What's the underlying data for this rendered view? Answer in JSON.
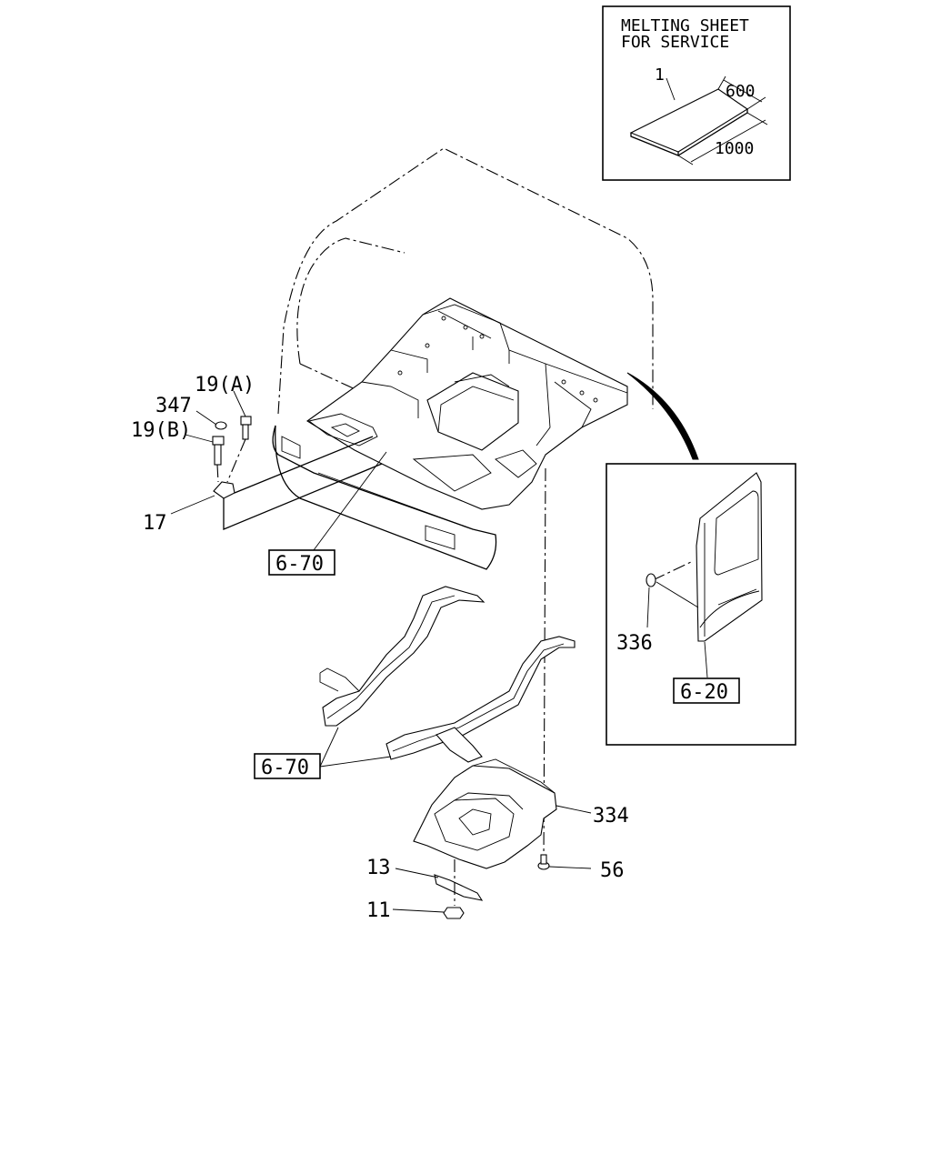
{
  "inset_top": {
    "title_line1": "MELTING SHEET",
    "title_line2": "FOR SERVICE",
    "part_label": "1",
    "dim_width": "600",
    "dim_length": "1000"
  },
  "callouts": {
    "p19a": "19(A)",
    "p347": "347",
    "p19b": "19(B)",
    "p17": "17",
    "ref_670_top": "6-70",
    "ref_670_mid": "6-70",
    "p334": "334",
    "p56": "56",
    "p13": "13",
    "p11": "11"
  },
  "inset_side": {
    "p336": "336",
    "ref_620": "6-20"
  }
}
